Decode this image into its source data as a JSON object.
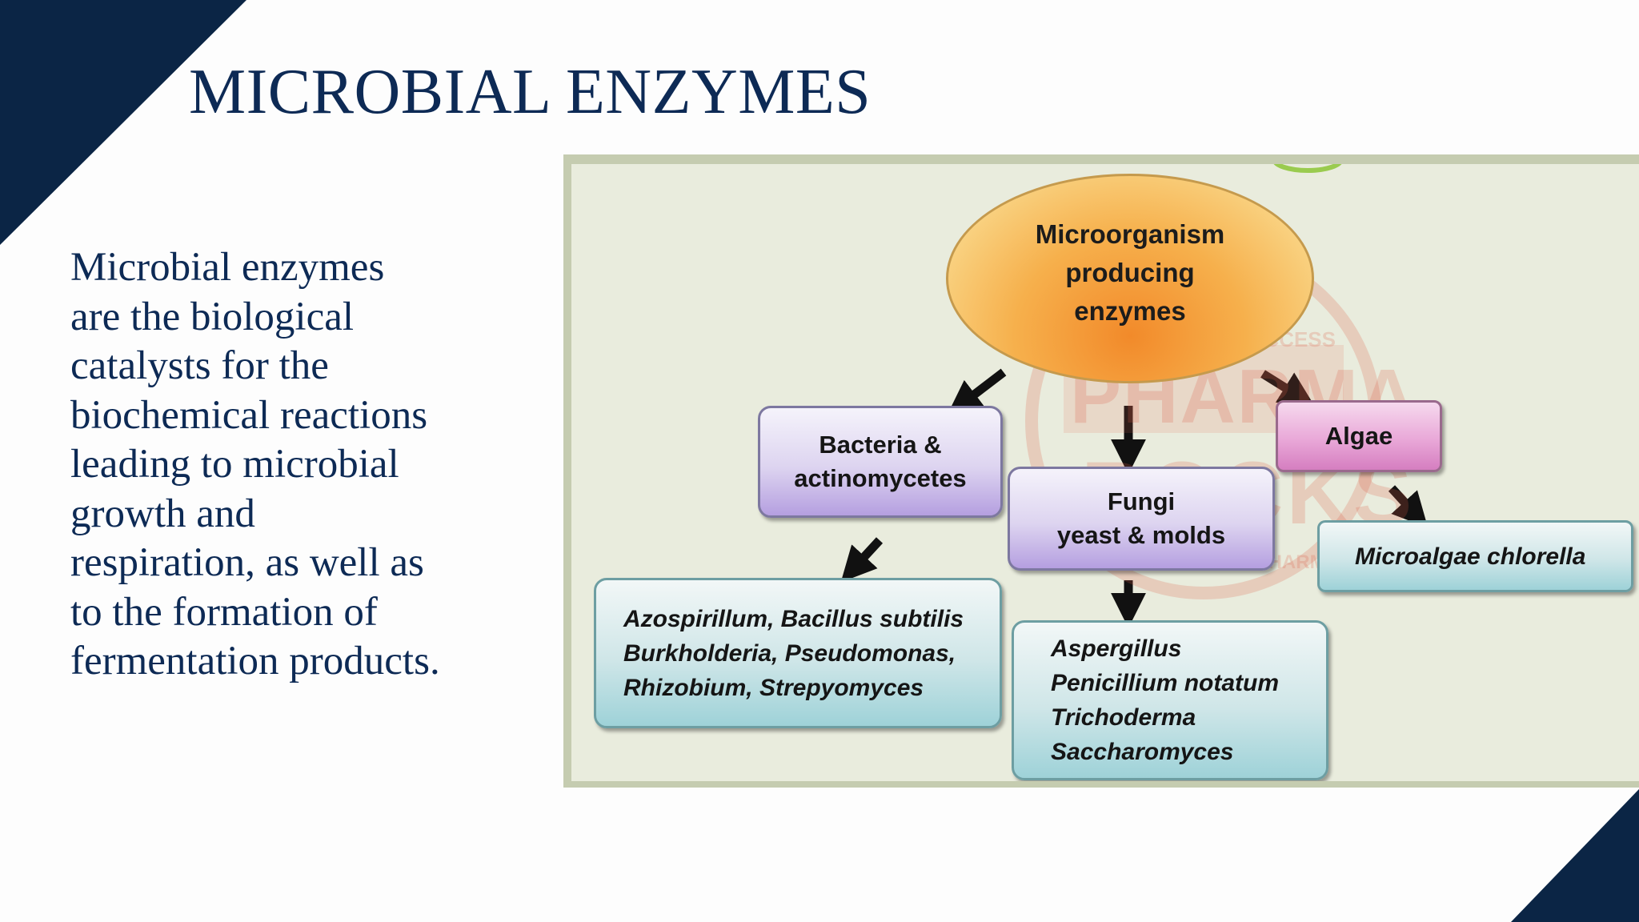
{
  "slide": {
    "title": "MICROBIAL ENZYMES",
    "body": "Microbial enzymes\nare the biological\ncatalysts for  the\nbiochemical reactions\nleading to microbial\ngrowth and\nrespiration, as well as\nto the  formation of\nfermentation products."
  },
  "diagram": {
    "root": "Microorganism\nproducing\nenzymes",
    "groups": {
      "bacteria": "Bacteria &\nactinomycetes",
      "fungi": "Fungi\nyeast  & molds",
      "algae": "Algae"
    },
    "examples": {
      "bacteria": "Azospirillum, Bacillus subtilis\nBurkholderia, Pseudomonas,\nRhizobium, Strepyomyces",
      "fungi": "Aspergillus\nPenicillium notatum\nTrichoderma\nSaccharomyces",
      "algae": "Microalgae chlorella"
    },
    "watermark": {
      "tagline": "THE KEY TO SUCCESS",
      "line1": "PHARMA",
      "line2": "ROCKS",
      "footer": "BY AT HIPERDI PHARMACIST"
    }
  },
  "colors": {
    "navy": "#0d2a55",
    "corner": "#0b2545"
  }
}
